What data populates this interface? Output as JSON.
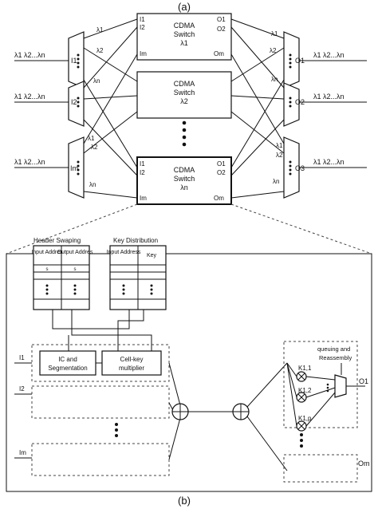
{
  "part_a": {
    "label": "(a)",
    "inputs": [
      {
        "wavelengths": "λ1 λ2...λn",
        "demux": "I1"
      },
      {
        "wavelengths": "λ1 λ2...λn",
        "demux": "I2"
      },
      {
        "wavelengths": "λ1 λ2...λn",
        "demux": "Im"
      }
    ],
    "outputs": [
      {
        "wavelengths": "λ1 λ2...λn",
        "mux": "O1"
      },
      {
        "wavelengths": "λ1 λ2...λn",
        "mux": "O2"
      },
      {
        "wavelengths": "λ1 λ2...λn",
        "mux": "O3"
      }
    ],
    "lambda_labels": {
      "l1": "λ1",
      "l2": "λ2",
      "ln": "λn"
    },
    "switches": [
      {
        "title": "CDMA",
        "sub": "Switch",
        "lambda": "λ1",
        "ports_in": [
          "I1",
          "I2",
          "Im"
        ],
        "ports_out": [
          "O1",
          "O2",
          "Om"
        ]
      },
      {
        "title": "CDMA",
        "sub": "Switch",
        "lambda": "λ2",
        "ports_in": [],
        "ports_out": []
      },
      {
        "title": "CDMA",
        "sub": "Switch",
        "lambda": "λn",
        "ports_in": [
          "I1",
          "I2",
          "Im"
        ],
        "ports_out": [
          "O1",
          "O2",
          "Om"
        ]
      }
    ]
  },
  "part_b": {
    "label": "(b)",
    "header_swaping": {
      "title": "Header Swaping",
      "col1": "Input Addres",
      "col2": "Output Addres",
      "row1_col1": "s",
      "row1_col2": "s"
    },
    "key_distribution": {
      "title": "Key Distribution",
      "col1": "Input Address",
      "col2": "Key"
    },
    "ic_block": "IC and Segmentation",
    "cellkey_block": "Cell-key multiplier",
    "inputs": [
      "I1",
      "I2",
      "Im"
    ],
    "outputs": [
      "O1",
      "Om"
    ],
    "keys": [
      "K1,1",
      "K1,2",
      "K1,p"
    ],
    "queue": "queuing and Reassembly"
  }
}
